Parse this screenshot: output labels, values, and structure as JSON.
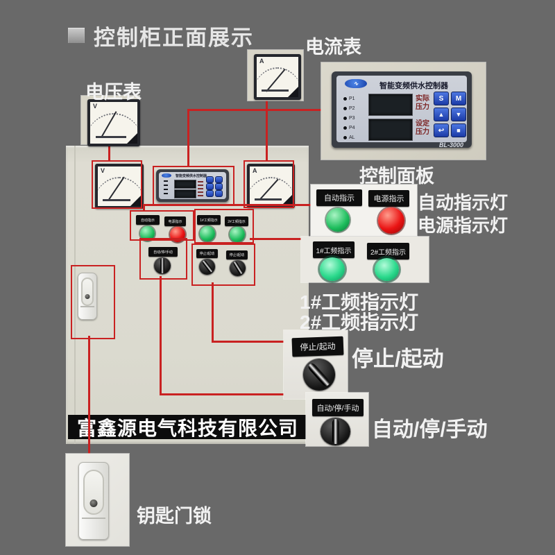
{
  "page": {
    "title": "控制柜正面展示"
  },
  "labels": {
    "current_meter": "电流表",
    "voltage_meter": "电压表",
    "control_panel": "控制面板",
    "auto_light": "自动指示灯",
    "power_light": "电源指示灯",
    "pump1_light": "1#工频指示灯",
    "pump2_light": "2#工频指示灯",
    "stop_start": "停止/起动",
    "auto_stop_manual": "自动/停/手动",
    "key_lock": "钥匙门锁"
  },
  "controller": {
    "title": "智能变频供水控制器",
    "leds": [
      "P1",
      "P2",
      "P3",
      "P4",
      "AL"
    ],
    "actual_pressure": [
      "实际",
      "压力"
    ],
    "set_pressure": [
      "设定",
      "压力"
    ],
    "buttons": [
      "S",
      "M",
      "▲",
      "▼",
      "↩",
      "■"
    ],
    "model": "BL-3000"
  },
  "meters": {
    "voltage": "V",
    "current": "A"
  },
  "panel_labels": {
    "auto": "自动指示",
    "power": "电源指示",
    "pump1": "1#工频指示",
    "pump2": "2#工频指示",
    "stop_start": "停止/起动",
    "auto_stop_manual": "自动/停/手动"
  },
  "cabinet": {
    "company": "富鑫源电气科技有限公司"
  },
  "colors": {
    "background": "#696969",
    "callout_red": "#c92121",
    "cabinet_beige": "#dcdbd1",
    "green_light": "#1dbd5c",
    "red_light": "#ea1414",
    "mint_light": "#2bd98c",
    "button_blue": "#2a52c0",
    "banner_black": "#0c0c0c"
  }
}
